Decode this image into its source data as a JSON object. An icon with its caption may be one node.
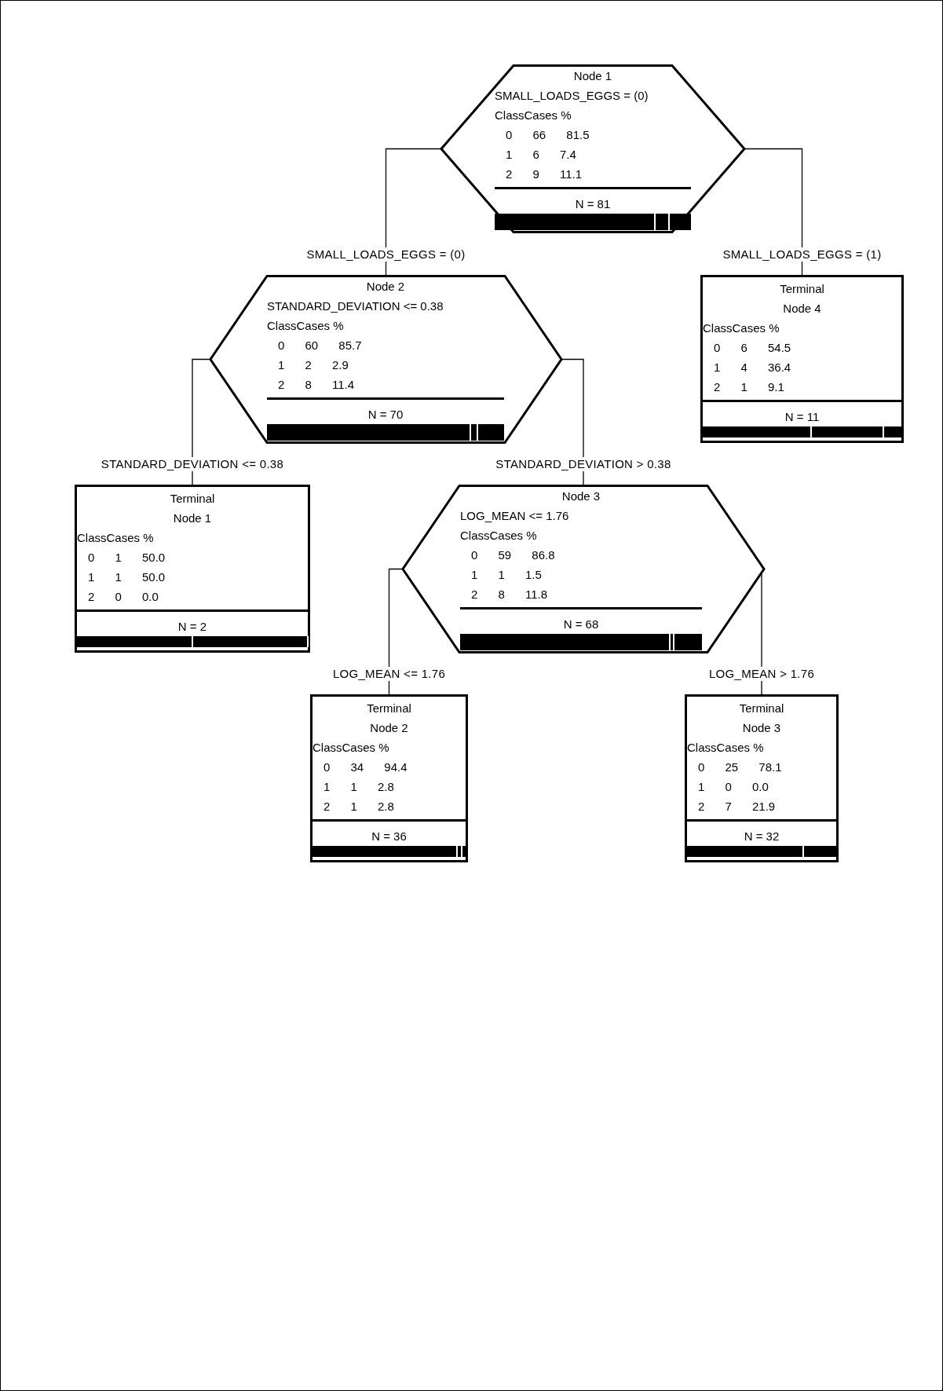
{
  "diagram": {
    "nodes": [
      {
        "text": [
          "Node 1",
          "SMALL_LOADS_EGGS = (0)",
          "ClassCases %",
          "0 66 81.5",
          "1 6 7.4",
          "2 9 11.1",
          "N = 81"
        ]
      },
      {
        "text": [
          "Node 2",
          "STANDARD_DEVIATION <= 0.38",
          "ClassCases %",
          "0 60 85.7",
          "1 2 2.9",
          "2 8 11.4",
          "N = 70"
        ]
      },
      {
        "text": [
          "Terminal Node 4",
          "ClassCases %",
          "0 6 54.5",
          "1 4 36.4",
          "2 1 9.1",
          "N = 11"
        ]
      },
      {
        "text": [
          "Terminal Node 1",
          "ClassCases %",
          "0 1 50.0",
          "1 1 50.0",
          "2 0 0.0",
          "N = 2"
        ]
      },
      {
        "text": [
          "Node 3",
          "LOG_MEAN <= 1.76",
          "ClassCases %",
          "0 59 86.8",
          "1 1 1.5",
          "2 8 11.8",
          "N = 68"
        ]
      },
      {
        "text": [
          "Terminal Node 2",
          "ClassCases %",
          "0 34 94.4",
          "1 1 2.8",
          "2 1 2.8",
          "N = 36"
        ]
      },
      {
        "text": [
          "Terminal Node 3",
          "ClassCases %",
          "0 25 78.1",
          "1 0 0.0",
          "2 7 21.9",
          "N = 32"
        ]
      }
    ],
    "edges": [
      {
        "from": 0,
        "to": 1,
        "arrow": "none",
        "label": "SMALL_LOADS_EGGS = (0)"
      },
      {
        "from": 0,
        "to": 2,
        "arrow": "none",
        "label": "SMALL_LOADS_EGGS = (1)"
      },
      {
        "from": 1,
        "to": 3,
        "arrow": "none",
        "label": "STANDARD_DEVIATION <= 0.38"
      },
      {
        "from": 1,
        "to": 4,
        "arrow": "none",
        "label": "STANDARD_DEVIATION > 0.38"
      },
      {
        "from": 4,
        "to": 5,
        "arrow": "none",
        "label": "LOG_MEAN <= 1.76"
      },
      {
        "from": 4,
        "to": 6,
        "arrow": "none",
        "label": "LOG_MEAN > 1.76"
      }
    ]
  }
}
